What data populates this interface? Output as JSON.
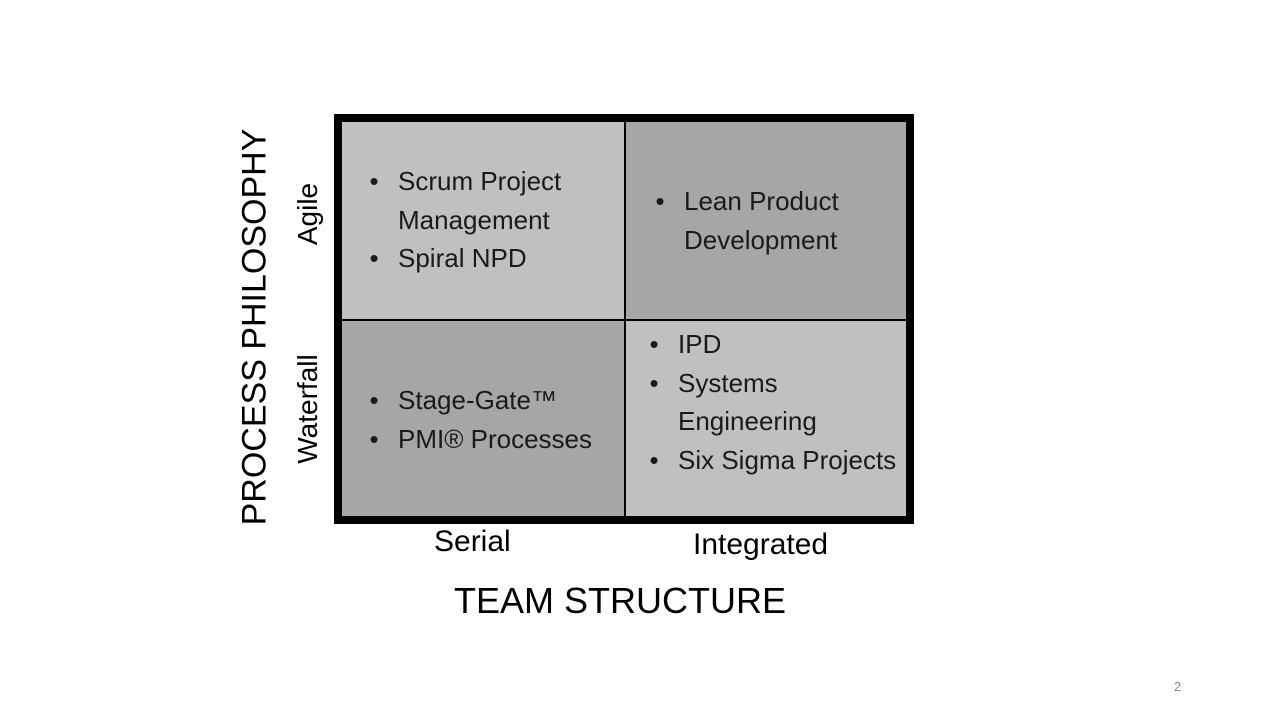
{
  "diagram": {
    "y_axis_title": "PROCESS PHILOSOPHY",
    "x_axis_title": "TEAM STRUCTURE",
    "y_labels": {
      "top": "Agile",
      "bottom": "Waterfall"
    },
    "x_labels": {
      "left": "Serial",
      "right": "Integrated"
    },
    "bullet": "•",
    "quadrants": {
      "agile_serial": [
        "Scrum Project Management",
        "Spiral NPD"
      ],
      "agile_integrated": [
        "Lean Product Development"
      ],
      "waterfall_serial": [
        "Stage-Gate™",
        "PMI® Processes"
      ],
      "waterfall_integrated": [
        "IPD",
        "Systems Engineering",
        "Six Sigma Projects"
      ]
    },
    "colors": {
      "frame": "#000000",
      "light_cell": "#c0c0c0",
      "dark_cell": "#a6a6a6"
    }
  },
  "slide": {
    "page_number": "2"
  }
}
